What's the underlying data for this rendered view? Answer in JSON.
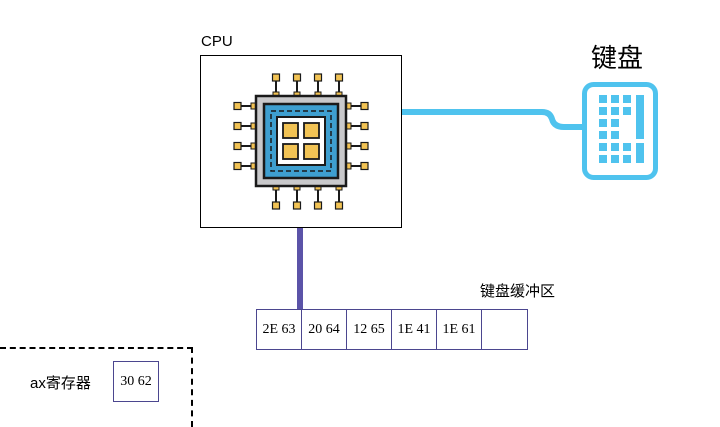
{
  "cpu": {
    "label": "CPU",
    "icon": "cpu-chip-icon"
  },
  "keyboard": {
    "label": "键盘",
    "icon": "keyboard-icon"
  },
  "buffer": {
    "label": "键盘缓冲区",
    "cells": [
      "2E 63",
      "20 64",
      "12 65",
      "1E 41",
      "1E 61",
      ""
    ]
  },
  "register": {
    "label": "ax寄存器",
    "value": "30 62"
  },
  "colors": {
    "cable": "#4fc3ee",
    "bus": "#5b53a8",
    "chip_blue": "#3e9fd0",
    "chip_gold": "#f2c354",
    "chip_gray": "#c9c9cb"
  }
}
